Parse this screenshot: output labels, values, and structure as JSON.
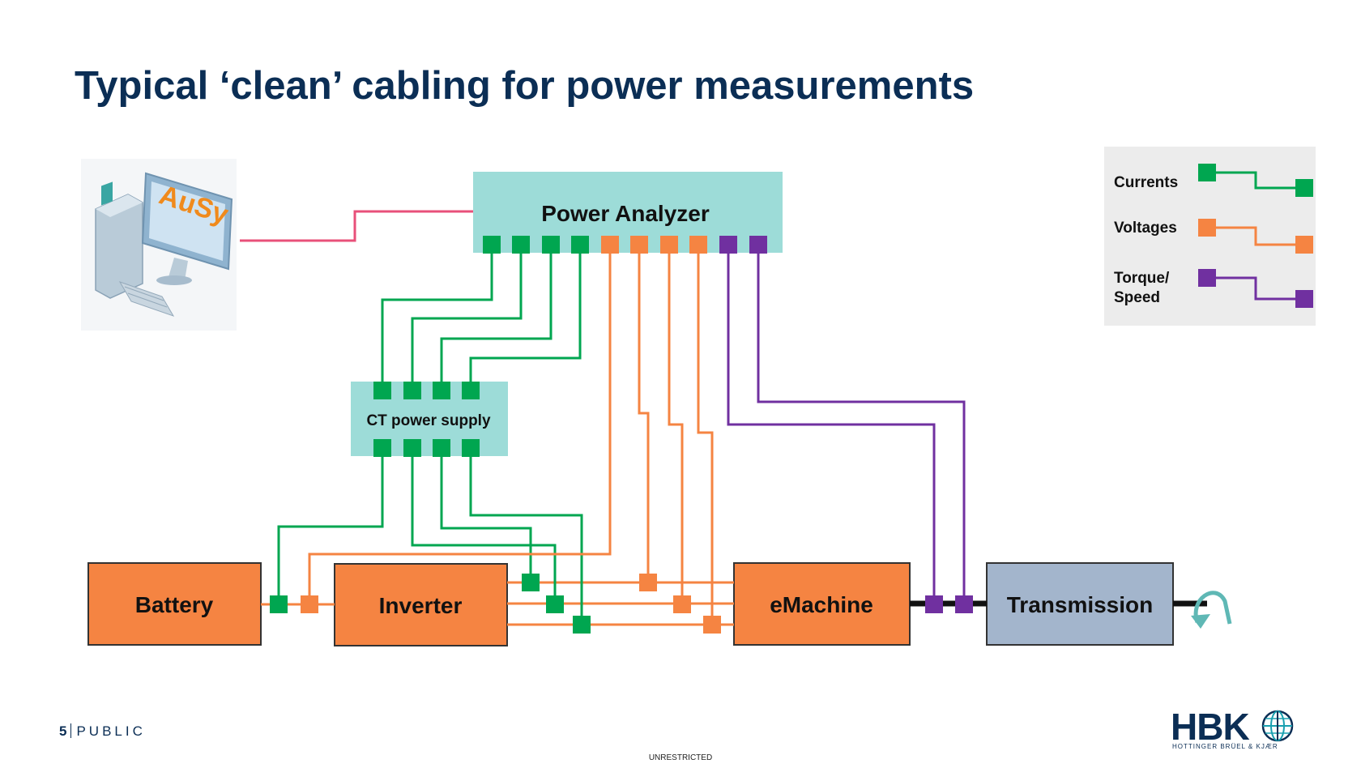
{
  "title": "Typical ‘clean’ cabling for power measurements",
  "computer": {
    "screen_text": "AuSy"
  },
  "blocks": {
    "power_analyzer": "Power Analyzer",
    "ct_power_supply": "CT power supply",
    "battery": "Battery",
    "inverter": "Inverter",
    "emachine": "eMachine",
    "transmission": "Transmission"
  },
  "legend": {
    "items": [
      {
        "label": "Currents",
        "color": "#00a650"
      },
      {
        "label": "Voltages",
        "color": "#f58442"
      },
      {
        "label_line1": "Torque/",
        "label_line2": "Speed",
        "color": "#7030a0"
      }
    ]
  },
  "colors": {
    "current": "#00a650",
    "voltage": "#f58442",
    "torque": "#7030a0",
    "network": "#e8507a",
    "analyzer_fill": "#9ddcd8",
    "component_fill": "#f58442",
    "transmission_fill": "#a3b5cc",
    "title": "#0b2e55"
  },
  "footer": {
    "page_number": "5",
    "label": "PUBLIC",
    "classification": "UNRESTRICTED"
  },
  "logo": {
    "word": "HBK",
    "subtitle": "HOTTINGER BRÜEL & KJÆR"
  }
}
